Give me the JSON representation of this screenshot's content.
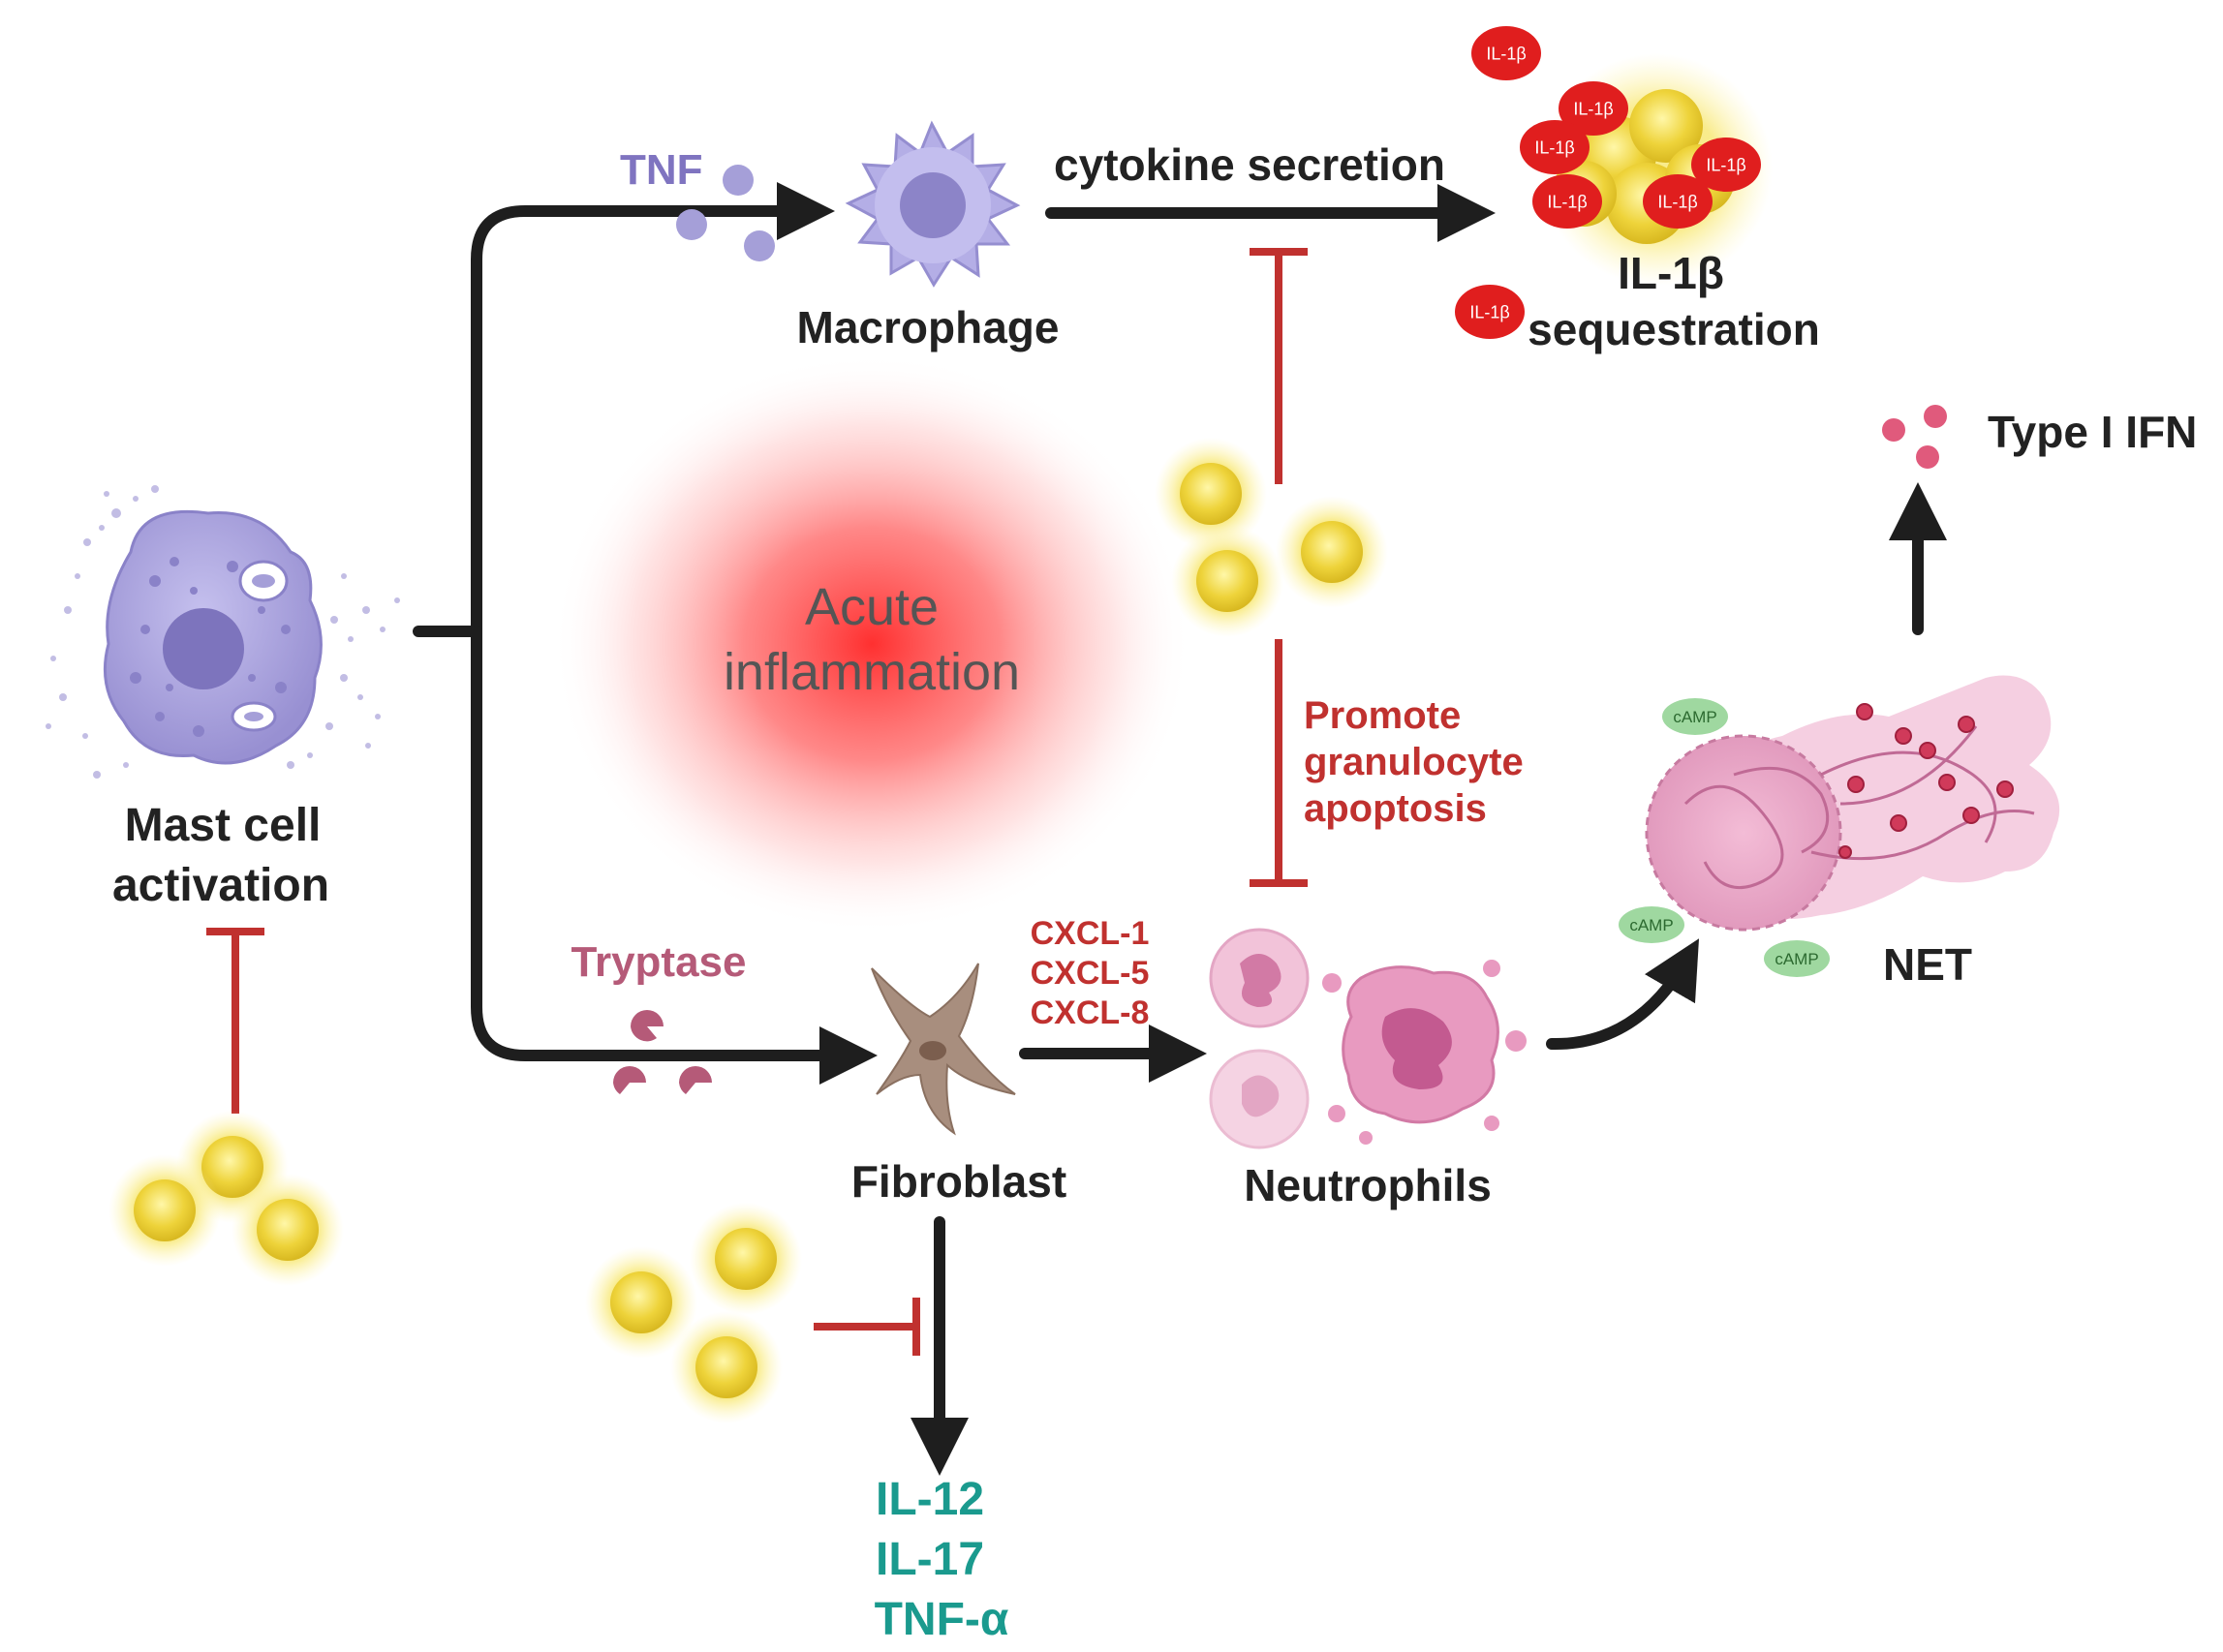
{
  "colors": {
    "arrow": "#1e1e1e",
    "inhibit": "#c0312f",
    "tnf": "#7f74c0",
    "tryptase": "#b55a78",
    "cxcl": "#c0312f",
    "promote": "#c0312f",
    "cytokines_out": "#1a9a8e",
    "inflammation_text": "#555555",
    "particle": "#f0d83a",
    "il1b": "#e01e1e",
    "camp": "#9fd8a0",
    "mast_cell": "#a59fd8",
    "macrophage": "#b4aee6",
    "fibroblast": "#a88e7e",
    "neutrophil": "#e89ac0",
    "net": "#e7a3c3"
  },
  "labels": {
    "mast_cell_line1": "Mast cell",
    "mast_cell_line2": "activation",
    "tnf": "TNF",
    "macrophage": "Macrophage",
    "cytokine_secretion": "cytokine secretion",
    "il1b_line1": "IL-1β",
    "il1b_line2": "sequestration",
    "inflammation_line1": "Acute",
    "inflammation_line2": "inflammation",
    "promote_line1": "Promote",
    "promote_line2": "granulocyte",
    "promote_line3": "apoptosis",
    "type_ifn": "Type I IFN",
    "tryptase": "Tryptase",
    "fibroblast": "Fibroblast",
    "cxcl1": "CXCL-1",
    "cxcl5": "CXCL-5",
    "cxcl8": "CXCL-8",
    "neutrophils": "Neutrophils",
    "net": "NET",
    "il12": "IL-12",
    "il17": "IL-17",
    "tnf_alpha": "TNF-α"
  },
  "il1b_token": "IL-1β",
  "camp_token": "cAMP",
  "icons": {
    "mast_cell": "mast-cell-icon",
    "macrophage": "macrophage-icon",
    "fibroblast": "fibroblast-icon",
    "neutrophil": "neutrophil-icon",
    "net": "net-icon",
    "particle": "nanoparticle-icon"
  }
}
